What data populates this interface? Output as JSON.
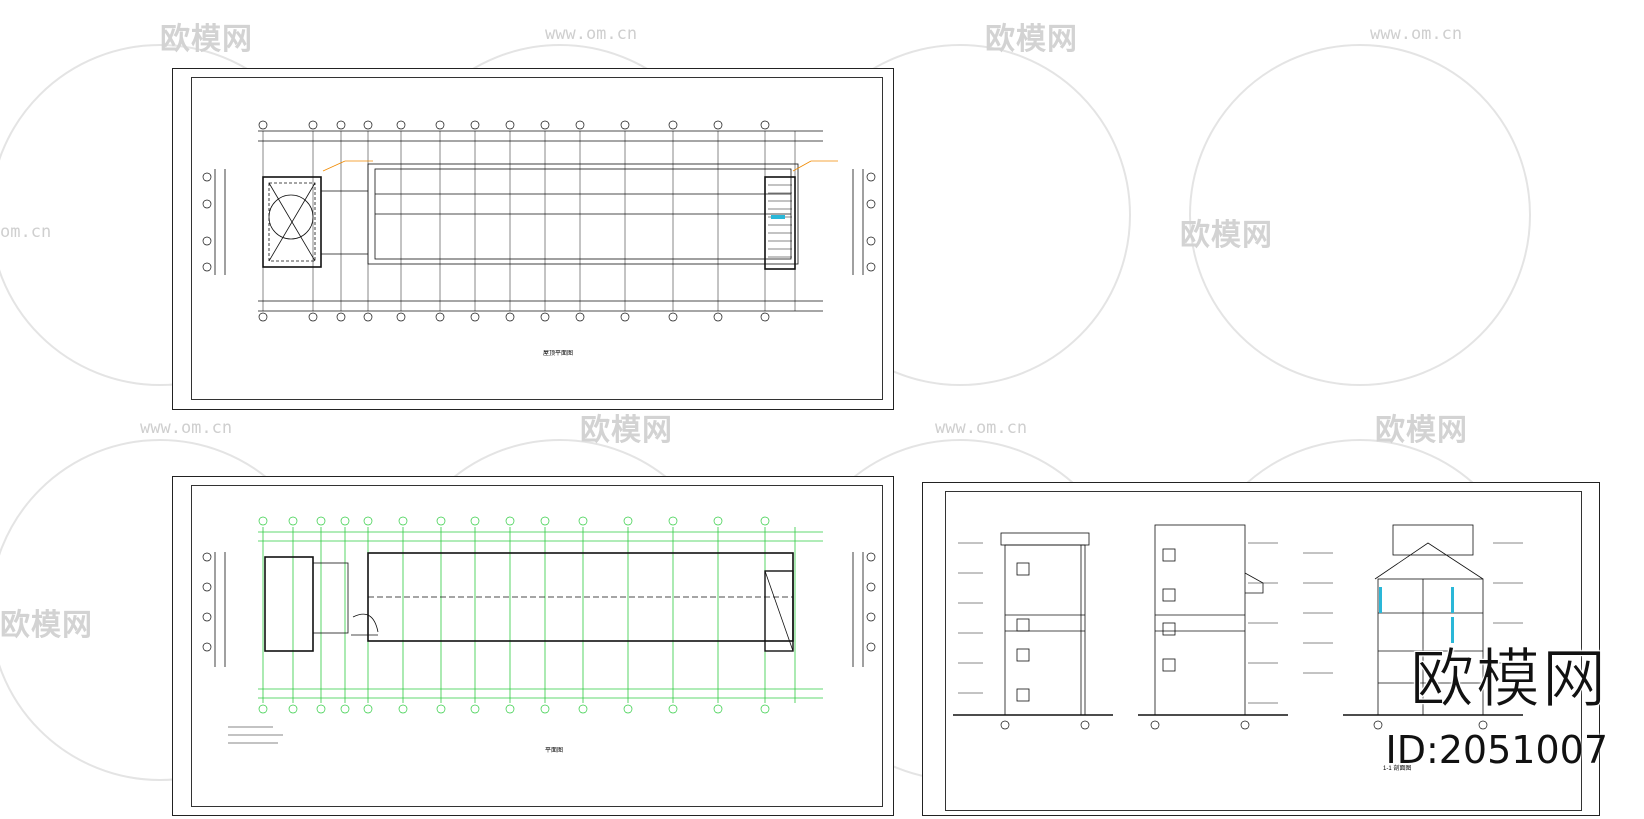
{
  "watermarks": {
    "logo_text": "欧模网",
    "url_text": "www.om.cn",
    "url_text_short": "om.cn"
  },
  "branding": {
    "logo": "欧模网",
    "id_label": "ID:2051007"
  },
  "sheets": [
    {
      "name": "roof-plan",
      "caption": "屋顶平面图"
    },
    {
      "name": "floor-plan",
      "caption": "平面图"
    },
    {
      "name": "elevations-sections",
      "caption": "1-1 剖面图"
    }
  ],
  "colors": {
    "line": "#111111",
    "grid_green": "#2ecc40",
    "note_orange": "#f08a00",
    "watermark": "#d3d3d3",
    "accent_cyan": "#2ab7d8"
  }
}
